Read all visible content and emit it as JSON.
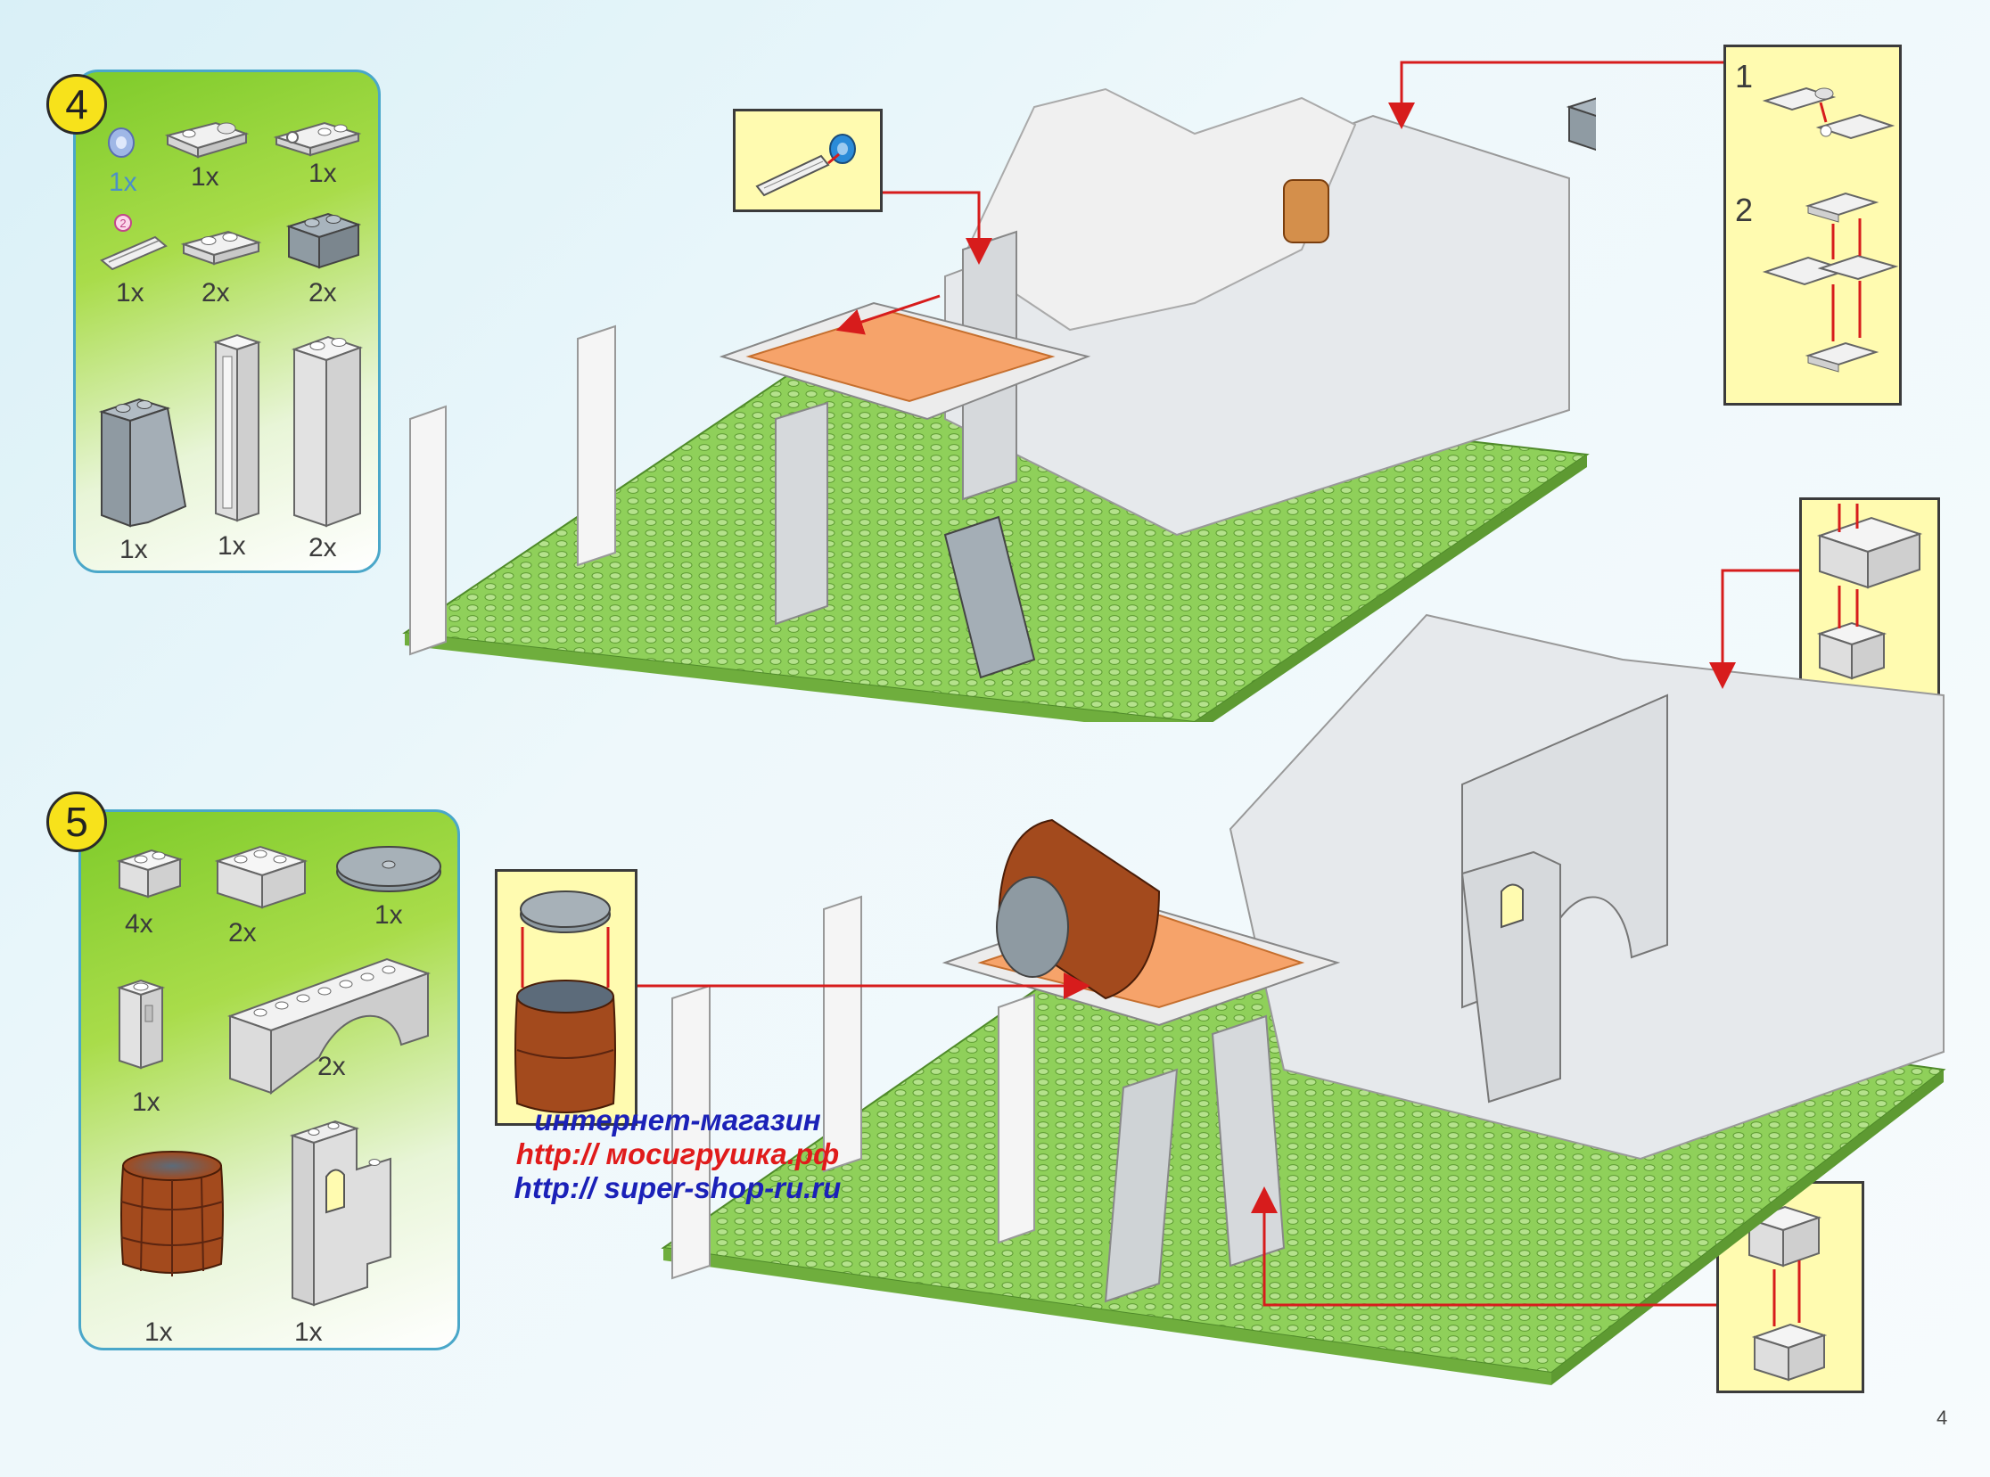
{
  "steps": [
    {
      "number": "4",
      "parts": [
        {
          "qty": "1x",
          "icon": "blue-connector-icon"
        },
        {
          "qty": "1x",
          "icon": "plate-with-clip-icon"
        },
        {
          "qty": "1x",
          "icon": "plate-with-ring-icon"
        },
        {
          "qty": "1x",
          "icon": "axle-pin-icon",
          "marker": "2"
        },
        {
          "qty": "2x",
          "icon": "plate-1x2-icon"
        },
        {
          "qty": "2x",
          "icon": "brick-1x2-dark-icon"
        },
        {
          "qty": "1x",
          "icon": "slope-brick-icon"
        },
        {
          "qty": "1x",
          "icon": "column-window-icon"
        },
        {
          "qty": "2x",
          "icon": "column-1x1x5-icon"
        }
      ]
    },
    {
      "number": "5",
      "parts": [
        {
          "qty": "4x",
          "icon": "brick-1x2-icon"
        },
        {
          "qty": "2x",
          "icon": "brick-1x3-icon"
        },
        {
          "qty": "1x",
          "icon": "round-tile-icon"
        },
        {
          "qty": "1x",
          "icon": "brick-1x1x2-icon"
        },
        {
          "qty": "2x",
          "icon": "arch-brick-icon"
        },
        {
          "qty": "1x",
          "icon": "barrel-icon"
        },
        {
          "qty": "1x",
          "icon": "wall-window-panel-icon"
        }
      ]
    }
  ],
  "callouts": {
    "plates_substeps": [
      "1",
      "2"
    ]
  },
  "watermark": {
    "line1": "интернет-магазин",
    "line2": "http:// мосигрушка.рф",
    "line3": "http:// super-shop-ru.ru"
  },
  "page_number": "4",
  "colors": {
    "panel_border": "#4aa7c9",
    "panel_green": "#7ecb2a",
    "baseplate": "#8fd05a",
    "badge": "#f7e21b",
    "callout": "#fffbb0",
    "arrow": "#d71c1c",
    "barrel": "#a34a1d",
    "orange_tile": "#f6a36a"
  }
}
